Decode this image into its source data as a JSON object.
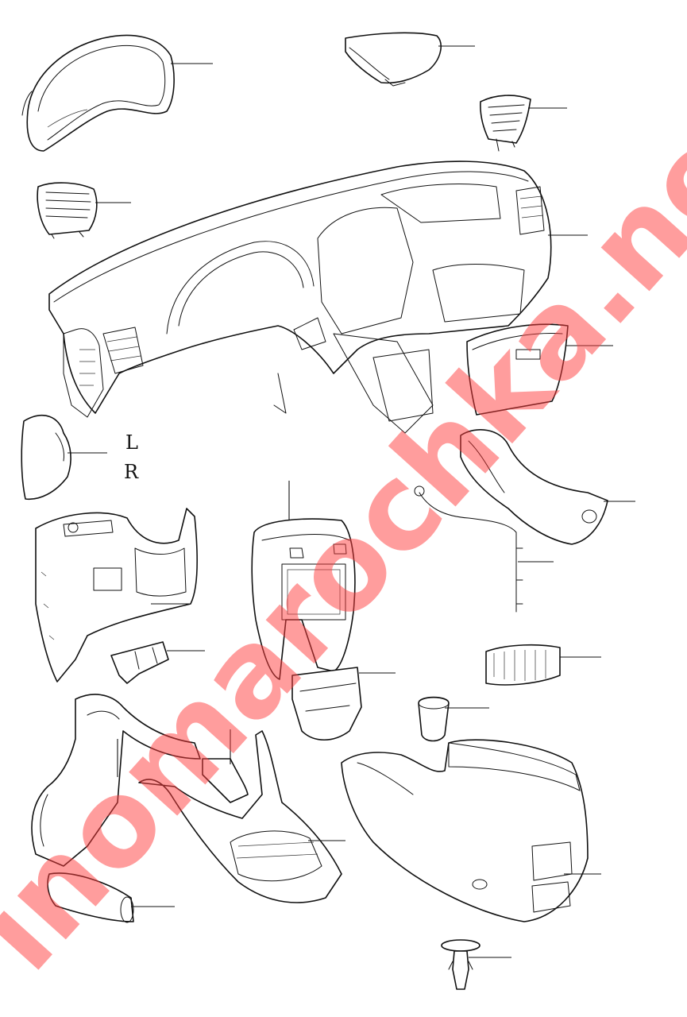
{
  "labels": {
    "side_left": "L",
    "side_right": "R"
  },
  "watermark": {
    "text": "inomarochka.net",
    "color": "#ff3b3b"
  },
  "colors": {
    "line": "#111111",
    "background": "#ffffff"
  }
}
